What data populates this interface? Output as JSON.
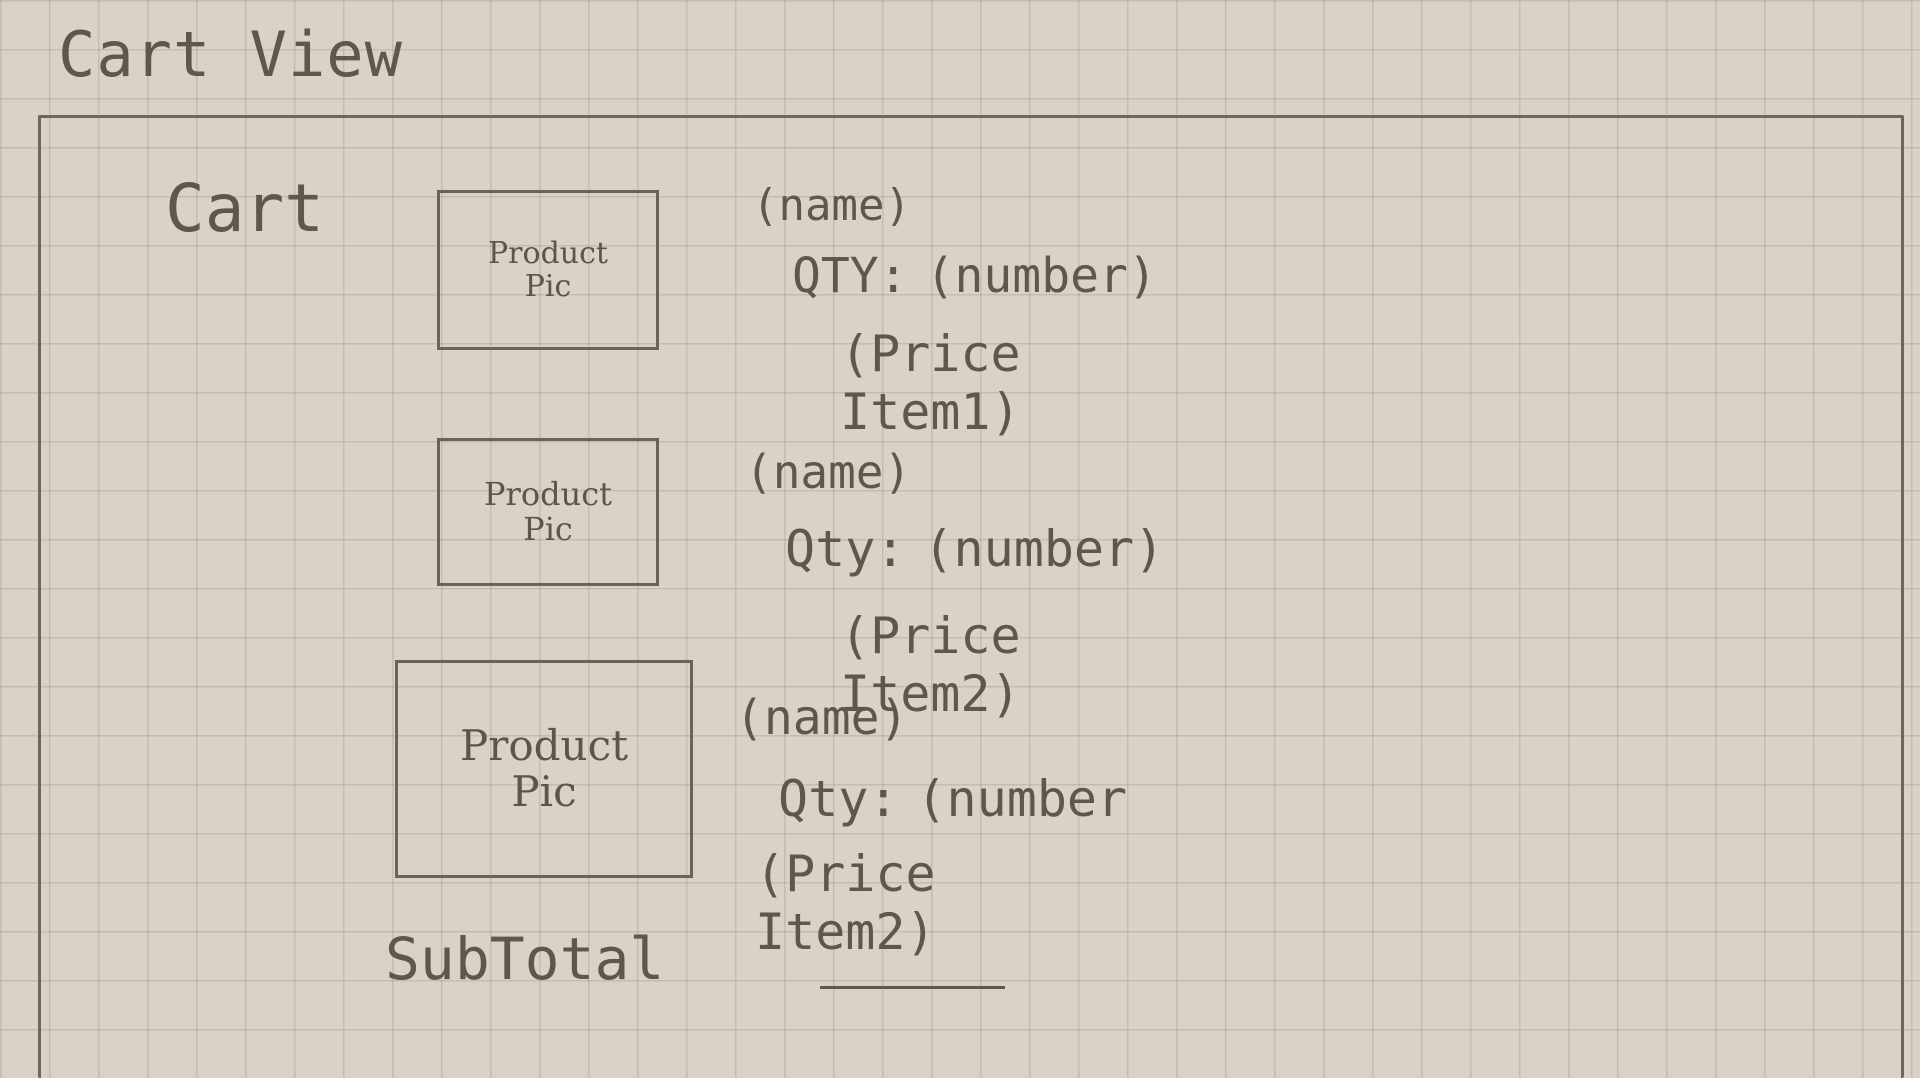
{
  "header": {
    "title": "Cart View"
  },
  "cart": {
    "label": "Cart",
    "items": [
      {
        "pic_line1": "Product",
        "pic_line2": "Pic",
        "name": "(name)",
        "qty_label": "QTY:",
        "qty_value": "(number)",
        "price": "(Price Item1)"
      },
      {
        "pic_line1": "Product",
        "pic_line2": "Pic",
        "name": "(name)",
        "qty_label": "Qty:",
        "qty_value": "(number)",
        "price": "(Price Item2)"
      },
      {
        "pic_line1": "Product",
        "pic_line2": "Pic",
        "name": "(name)",
        "qty_label": "Qty:",
        "qty_value": "(number",
        "price": "(Price Item2)"
      }
    ],
    "subtotal_label": "SubTotal"
  }
}
